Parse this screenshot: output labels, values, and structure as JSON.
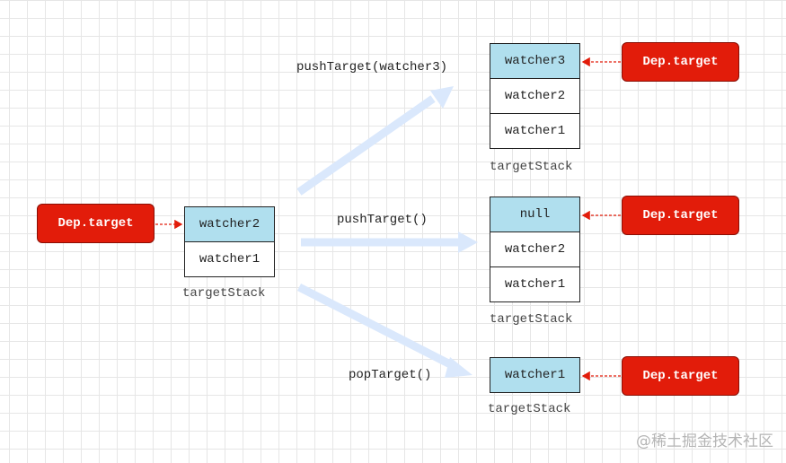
{
  "dep_target_label": "Dep.target",
  "stack_label": "targetStack",
  "operations": {
    "push_watcher3": "pushTarget(watcher3)",
    "push_empty": "pushTarget()",
    "pop": "popTarget()"
  },
  "initial_stack": [
    "watcher2",
    "watcher1"
  ],
  "stack_after_push_watcher3": [
    "watcher3",
    "watcher2",
    "watcher1"
  ],
  "stack_after_push_empty": [
    "null",
    "watcher2",
    "watcher1"
  ],
  "stack_after_pop": [
    "watcher1"
  ],
  "watermark": "@稀土掘金技术社区",
  "colors": {
    "dep_fill": "#e21c0a",
    "stack_top_fill": "#b0dfee",
    "flow_arrow": "#dae8fc",
    "pointer_arrow": "#e21c0a",
    "grid": "#e6e6e6"
  }
}
